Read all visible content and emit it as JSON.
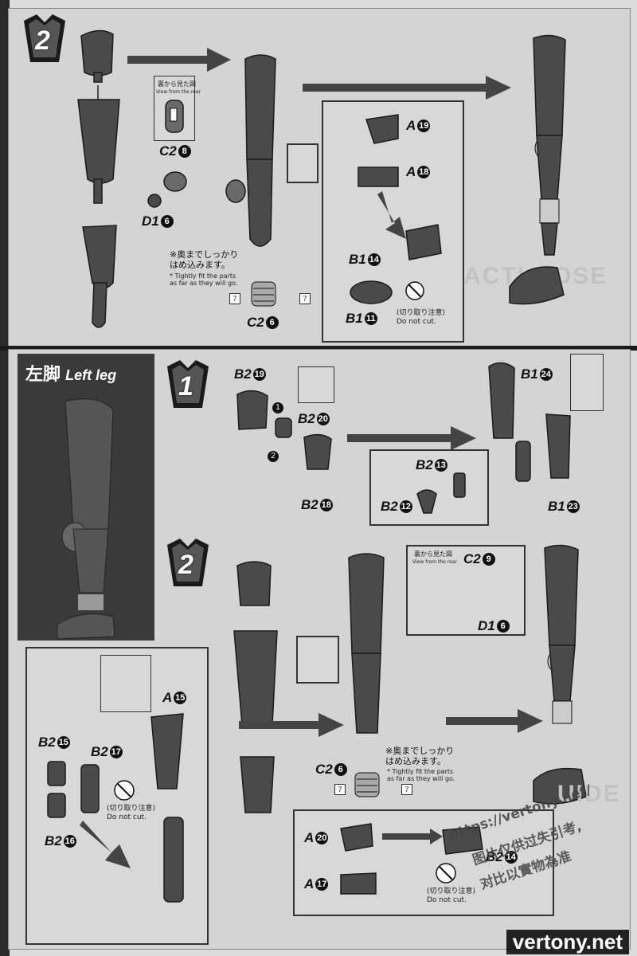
{
  "top_section": {
    "step": "2",
    "rear_view_jp": "裏から見た図",
    "rear_view_en": "View from the rear",
    "labels": {
      "c2_8": {
        "part": "C2",
        "num": "8"
      },
      "d1_6": {
        "part": "D1",
        "num": "6"
      },
      "c2_6": {
        "part": "C2",
        "num": "6"
      },
      "a_19": {
        "part": "A",
        "num": "19"
      },
      "a_18": {
        "part": "A",
        "num": "18"
      },
      "b1_14": {
        "part": "B1",
        "num": "14"
      },
      "b1_11": {
        "part": "B1",
        "num": "11"
      }
    },
    "tightly_jp": "※奥までしっかり\nはめ込みます。",
    "tightly_en": "* Tightly fit the parts\nas far as they will go.",
    "tag_7a": "7",
    "tag_7b": "7",
    "dont_cut_jp": "(切り取り注意)",
    "dont_cut_en": "Do not cut.",
    "ghost_text": "ACTI  ROSE"
  },
  "bottom_section": {
    "banner_jp": "左脚",
    "banner_en": "Left leg",
    "step1": "1",
    "step2": "2",
    "labels": {
      "b2_19": {
        "part": "B2",
        "num": "19"
      },
      "b2_20": {
        "part": "B2",
        "num": "20"
      },
      "b2_18": {
        "part": "B2",
        "num": "18"
      },
      "b1_24": {
        "part": "B1",
        "num": "24"
      },
      "b2_13": {
        "part": "B2",
        "num": "13"
      },
      "b2_12": {
        "part": "B2",
        "num": "12"
      },
      "b1_23": {
        "part": "B1",
        "num": "23"
      },
      "c2_9": {
        "part": "C2",
        "num": "9"
      },
      "d1_6b": {
        "part": "D1",
        "num": "6"
      },
      "a_15": {
        "part": "A",
        "num": "15"
      },
      "b2_15": {
        "part": "B2",
        "num": "15"
      },
      "b2_17": {
        "part": "B2",
        "num": "17"
      },
      "b2_16": {
        "part": "B2",
        "num": "16"
      },
      "c2_6b": {
        "part": "C2",
        "num": "6"
      },
      "a_20": {
        "part": "A",
        "num": "20"
      },
      "a_17": {
        "part": "A",
        "num": "17"
      },
      "b2_14": {
        "part": "B2",
        "num": "14"
      }
    },
    "seq1": "1",
    "seq2": "2",
    "rear_view_jp": "裏から見た図",
    "rear_view_en": "View from the rear",
    "tightly_jp": "※奥までしっかり\nはめ込みます。",
    "tightly_en": "* Tightly fit the parts\nas far as they will go.",
    "tag_7a": "7",
    "tag_7b": "7",
    "dont_cut_jp": "(切り取り注意)",
    "dont_cut_en": "Do not cut.",
    "dont_cut_jp2": "(切り取り注意)",
    "dont_cut_en2": "Do not cut.",
    "ghost_text": "UIDE"
  },
  "watermark": {
    "url": "https://vertony.net/",
    "line1": "图片仅供过失引考,",
    "line2": "对比以實物為准",
    "footer": "vertony.net"
  }
}
